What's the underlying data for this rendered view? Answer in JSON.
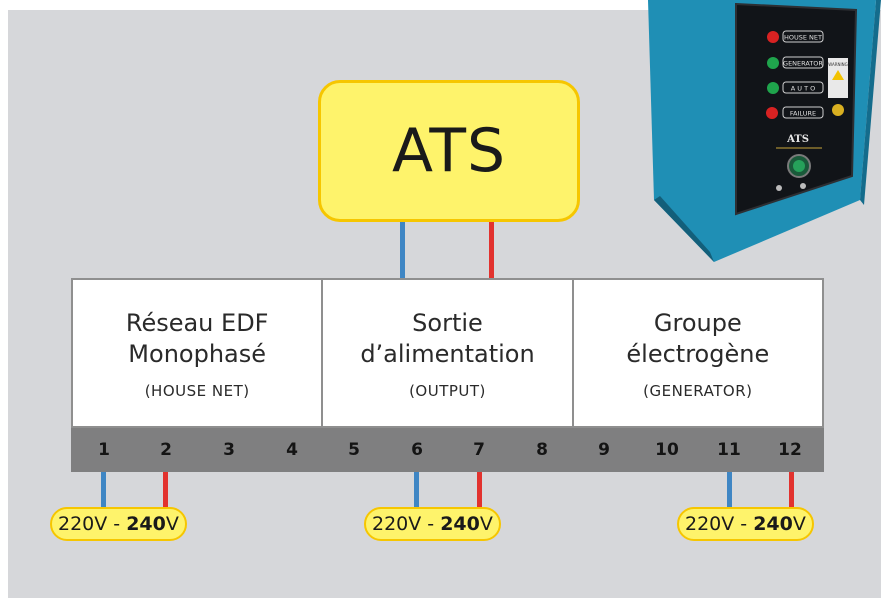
{
  "ats": {
    "label": "ATS"
  },
  "blocks": [
    {
      "title": "Réseau EDF\nMonophasé",
      "subtitle": "(HOUSE NET)"
    },
    {
      "title": "Sortie\nd’alimentation",
      "subtitle": "(OUTPUT)"
    },
    {
      "title": "Groupe\nélectrogène",
      "subtitle": "(GENERATOR)"
    }
  ],
  "terminals": [
    "1",
    "2",
    "3",
    "4",
    "5",
    "6",
    "7",
    "8",
    "9",
    "10",
    "11",
    "12"
  ],
  "voltage": {
    "low": "220V",
    "sep": " - ",
    "high_bold": "240",
    "high_unit": "V"
  },
  "photo": {
    "indicators": [
      "HOUSE NET",
      "GENERATOR",
      "A U T O",
      "FAILURE"
    ],
    "brand": "ATS",
    "warning": "WARNING"
  },
  "colors": {
    "neutral_wire": "#3f86c4",
    "phase_wire": "#e2322e",
    "highlight_fill": "#fef36b",
    "highlight_border": "#f6c600",
    "terminal_strip": "#7f7f80",
    "background": "#d6d7da"
  }
}
